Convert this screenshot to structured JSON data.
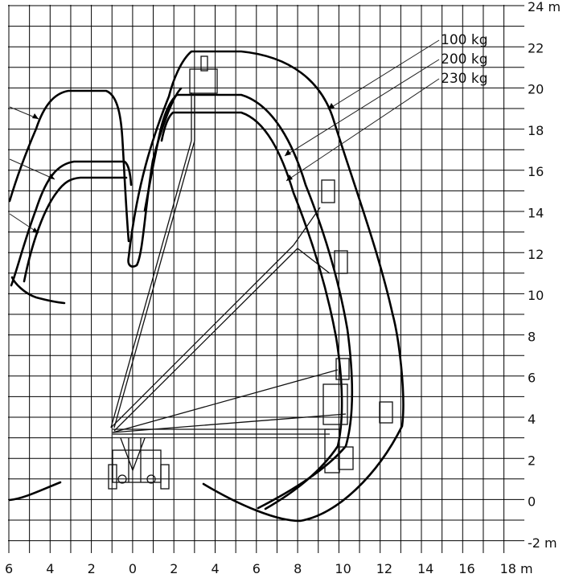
{
  "diagram": {
    "x_unit": "m",
    "y_unit": "m",
    "x_ticks": [
      "6",
      "4",
      "2",
      "0",
      "2",
      "4",
      "6",
      "8",
      "10",
      "12",
      "14",
      "16",
      "18"
    ],
    "y_ticks": [
      "24",
      "22",
      "20",
      "18",
      "16",
      "14",
      "12",
      "10",
      "8",
      "6",
      "4",
      "2",
      "0",
      "-2"
    ],
    "loads": [
      "100 kg",
      "200 kg",
      "230 kg"
    ]
  }
}
